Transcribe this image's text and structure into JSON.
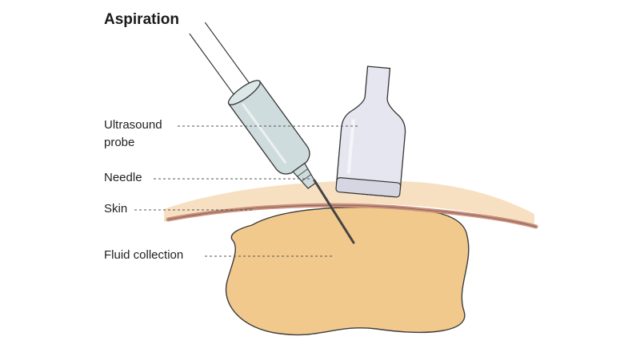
{
  "title": "Aspiration",
  "labels": {
    "ultrasound_probe_line1": "Ultrasound",
    "ultrasound_probe_line2": "probe",
    "needle": "Needle",
    "skin": "Skin",
    "fluid_collection": "Fluid collection"
  },
  "colors": {
    "fluid_fill": "#f1c98d",
    "fluid_stroke": "#3d3d3d",
    "skin_band": "#f7e0c2",
    "skin_line": "#c98f7c",
    "syringe_fill": "#cfdcde",
    "probe_fill": "#e6e6f0",
    "leader_line": "#555555"
  }
}
